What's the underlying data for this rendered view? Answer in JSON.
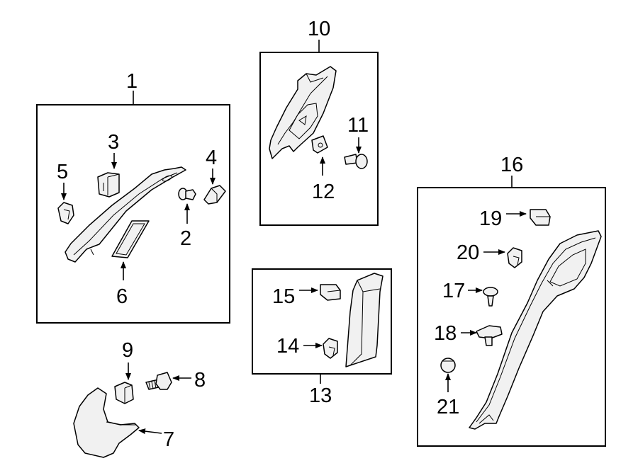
{
  "callouts": {
    "c1": "1",
    "c2": "2",
    "c3": "3",
    "c4": "4",
    "c5": "5",
    "c6": "6",
    "c7": "7",
    "c8": "8",
    "c9": "9",
    "c10": "10",
    "c11": "11",
    "c12": "12",
    "c13": "13",
    "c14": "14",
    "c15": "15",
    "c16": "16",
    "c17": "17",
    "c18": "18",
    "c19": "19",
    "c20": "20",
    "c21": "21"
  },
  "colors": {
    "line": "#000000",
    "part_fill": "#f1f1f1",
    "background": "#ffffff"
  }
}
